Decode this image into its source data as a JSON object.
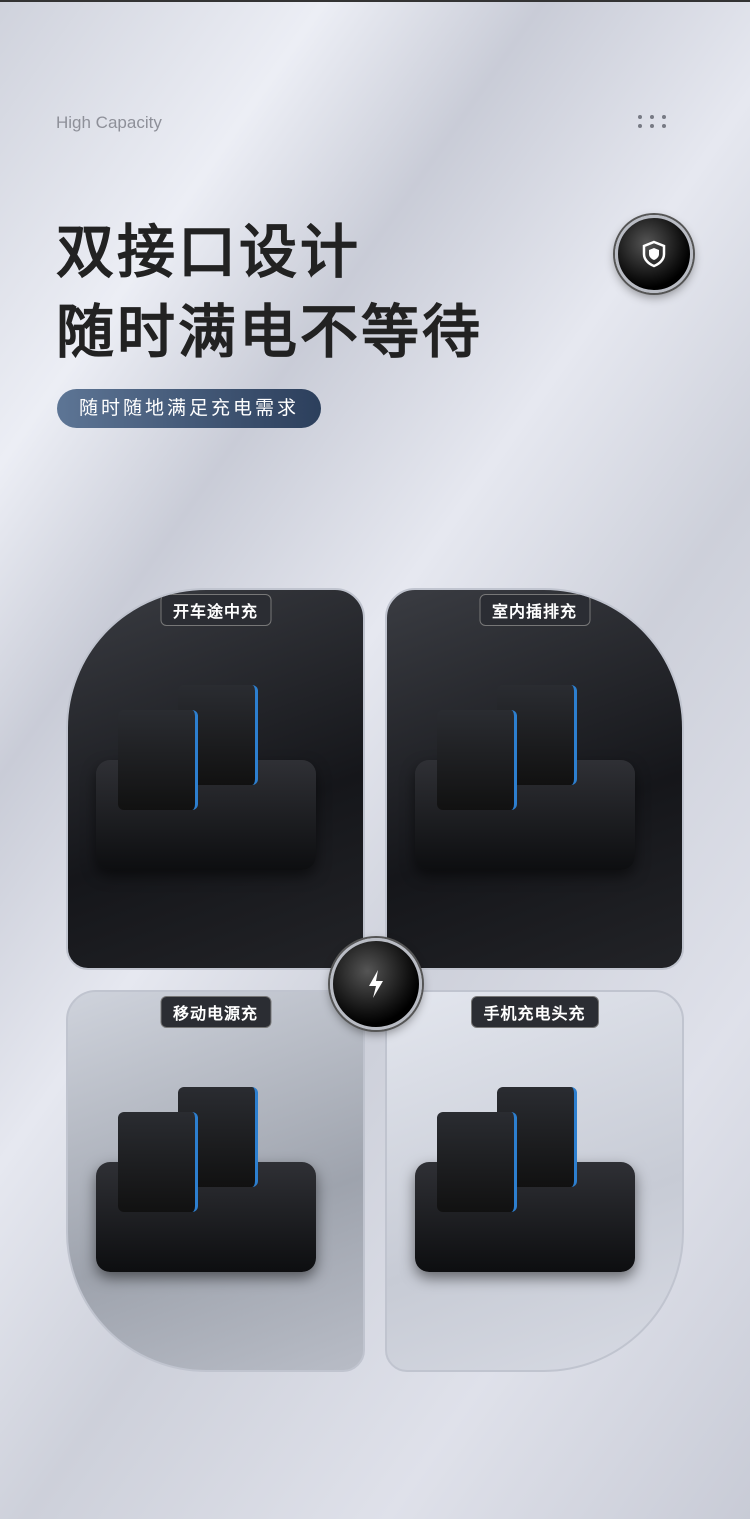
{
  "header": {
    "subtitle": "High Capacity",
    "title_line1": "双接口设计",
    "title_line2": "随时满电不等待",
    "tagline": "随时随地满足充电需求"
  },
  "icons": {
    "menu": "grid-dots-icon",
    "top_badge": "shield-icon",
    "center_badge": "lightning-icon"
  },
  "scenes": [
    {
      "label": "开车途中充"
    },
    {
      "label": "室内插排充"
    },
    {
      "label": "移动电源充"
    },
    {
      "label": "手机充电头充"
    }
  ]
}
